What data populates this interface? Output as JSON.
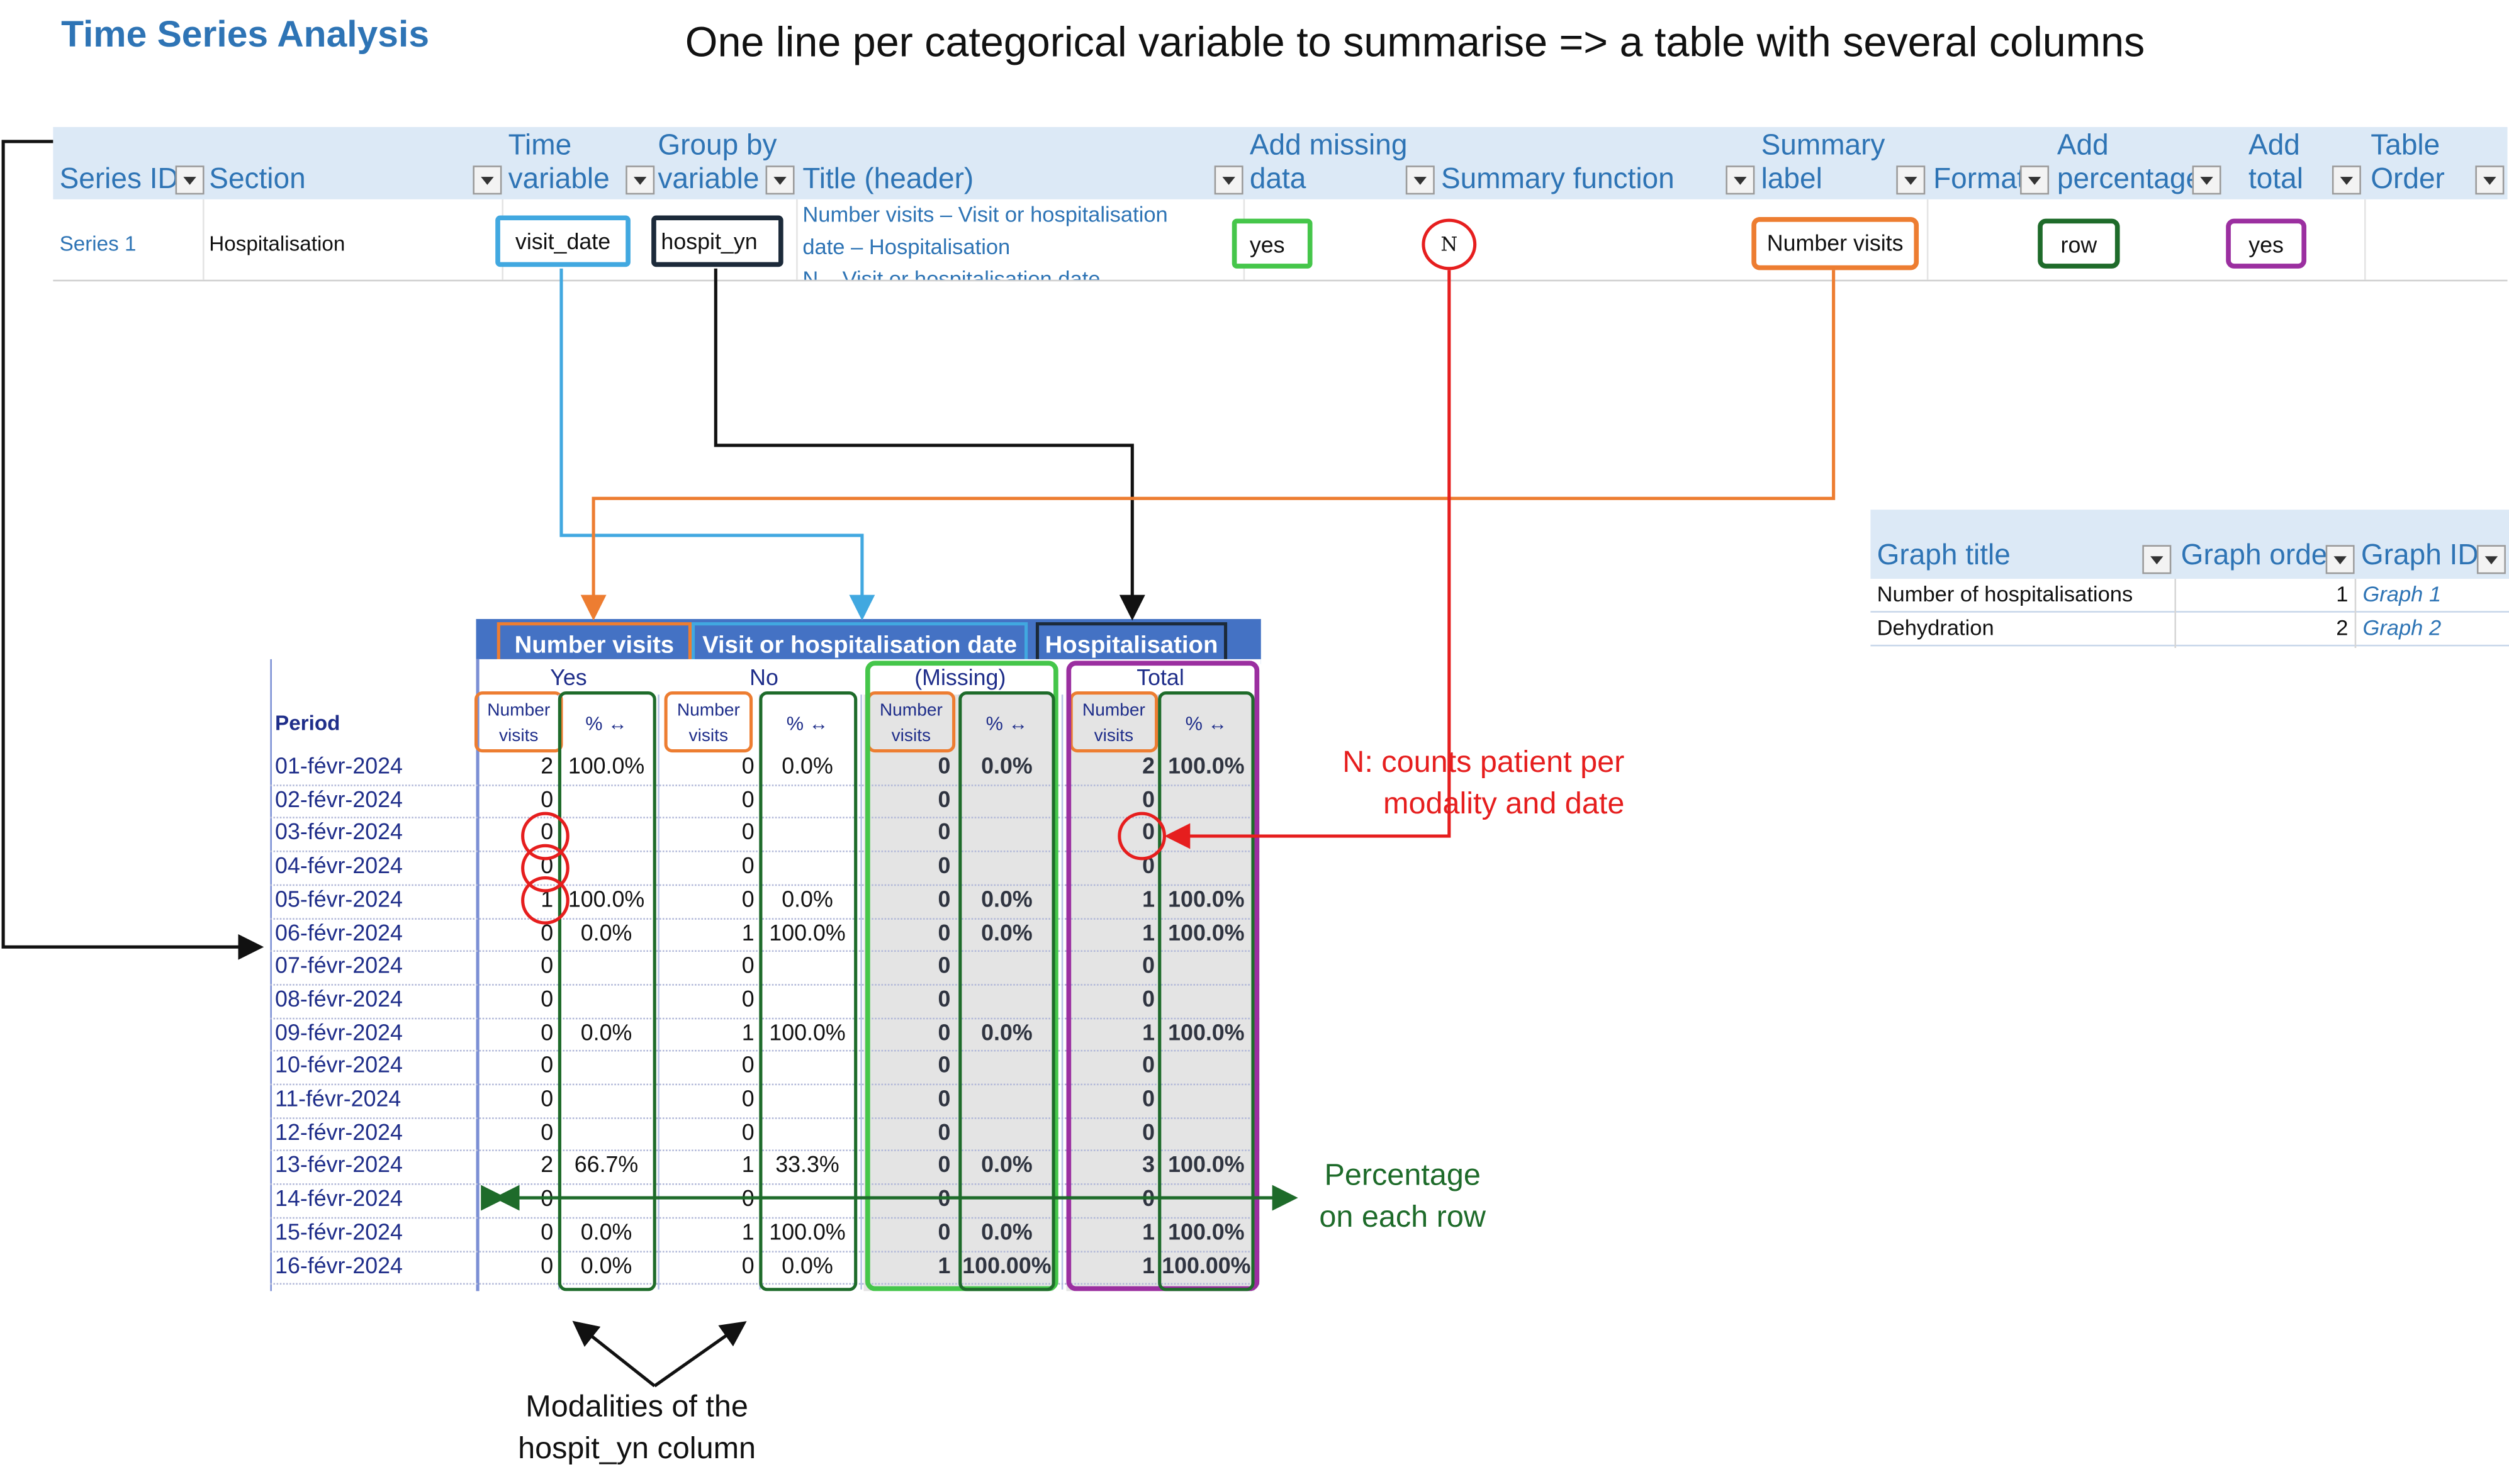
{
  "header": {
    "title": "Time Series Analysis",
    "subtitle": "One line per categorical variable to summarise => a table with several columns"
  },
  "series_table": {
    "columns": [
      {
        "label": "Series ID",
        "lines": [
          "Series ID"
        ]
      },
      {
        "label": "Section",
        "lines": [
          "Section"
        ]
      },
      {
        "label": "Time variable",
        "lines": [
          "Time",
          "variable"
        ]
      },
      {
        "label": "Group by variable",
        "lines": [
          "Group by",
          "variable"
        ]
      },
      {
        "label": "Title (header)",
        "lines": [
          "Title (header)"
        ]
      },
      {
        "label": "Add missing data",
        "lines": [
          "Add missing",
          "data"
        ]
      },
      {
        "label": "Summary function",
        "lines": [
          "Summary function"
        ]
      },
      {
        "label": "Summary label",
        "lines": [
          "Summary",
          "label"
        ]
      },
      {
        "label": "Format",
        "lines": [
          "Format"
        ]
      },
      {
        "label": "Add percentage",
        "lines": [
          "Add",
          "percentage"
        ]
      },
      {
        "label": "Add total",
        "lines": [
          "Add",
          "total"
        ]
      },
      {
        "label": "Table Order",
        "lines": [
          "Table",
          "Order"
        ]
      }
    ],
    "row": {
      "series_id": "Series 1",
      "section": "Hospitalisation",
      "time_variable": "visit_date",
      "group_by_variable": "hospit_yn",
      "title_line1": "Number visits – Visit or hospitalisation",
      "title_line2": "date – Hospitalisation",
      "title_line3": "N – Visit or hospitalisation date –",
      "add_missing_data": "yes",
      "summary_function": "N",
      "summary_label": "Number visits",
      "format": "",
      "add_percentage": "row",
      "add_total": "yes",
      "table_order": ""
    }
  },
  "graph_table": {
    "columns": [
      "Graph title",
      "Graph order",
      "Graph ID"
    ],
    "rows": [
      {
        "title": "Number of hospitalisations",
        "order": "1",
        "id": "Graph 1"
      },
      {
        "title": "Dehydration",
        "order": "2",
        "id": "Graph 2"
      }
    ]
  },
  "ts_table": {
    "band": [
      "Number visits",
      "Visit or hospitalisation date",
      "Hospitalisation"
    ],
    "modalities": [
      "Yes",
      "No",
      "(Missing)",
      "Total"
    ],
    "count_label_line1": "Number",
    "count_label_line2": "visits",
    "pct_label": "% ↔",
    "period_label": "Period",
    "rows": [
      {
        "period": "01-févr-2024",
        "yes_n": "2",
        "yes_p": "100.0%",
        "no_n": "0",
        "no_p": "0.0%",
        "mis_n": "0",
        "mis_p": "0.0%",
        "tot_n": "2",
        "tot_p": "100.0%"
      },
      {
        "period": "02-févr-2024",
        "yes_n": "0",
        "yes_p": "",
        "no_n": "0",
        "no_p": "",
        "mis_n": "0",
        "mis_p": "",
        "tot_n": "0",
        "tot_p": ""
      },
      {
        "period": "03-févr-2024",
        "yes_n": "0",
        "yes_p": "",
        "no_n": "0",
        "no_p": "",
        "mis_n": "0",
        "mis_p": "",
        "tot_n": "0",
        "tot_p": ""
      },
      {
        "period": "04-févr-2024",
        "yes_n": "0",
        "yes_p": "",
        "no_n": "0",
        "no_p": "",
        "mis_n": "0",
        "mis_p": "",
        "tot_n": "0",
        "tot_p": ""
      },
      {
        "period": "05-févr-2024",
        "yes_n": "1",
        "yes_p": "100.0%",
        "no_n": "0",
        "no_p": "0.0%",
        "mis_n": "0",
        "mis_p": "0.0%",
        "tot_n": "1",
        "tot_p": "100.0%"
      },
      {
        "period": "06-févr-2024",
        "yes_n": "0",
        "yes_p": "0.0%",
        "no_n": "1",
        "no_p": "100.0%",
        "mis_n": "0",
        "mis_p": "0.0%",
        "tot_n": "1",
        "tot_p": "100.0%"
      },
      {
        "period": "07-févr-2024",
        "yes_n": "0",
        "yes_p": "",
        "no_n": "0",
        "no_p": "",
        "mis_n": "0",
        "mis_p": "",
        "tot_n": "0",
        "tot_p": ""
      },
      {
        "period": "08-févr-2024",
        "yes_n": "0",
        "yes_p": "",
        "no_n": "0",
        "no_p": "",
        "mis_n": "0",
        "mis_p": "",
        "tot_n": "0",
        "tot_p": ""
      },
      {
        "period": "09-févr-2024",
        "yes_n": "0",
        "yes_p": "0.0%",
        "no_n": "1",
        "no_p": "100.0%",
        "mis_n": "0",
        "mis_p": "0.0%",
        "tot_n": "1",
        "tot_p": "100.0%"
      },
      {
        "period": "10-févr-2024",
        "yes_n": "0",
        "yes_p": "",
        "no_n": "0",
        "no_p": "",
        "mis_n": "0",
        "mis_p": "",
        "tot_n": "0",
        "tot_p": ""
      },
      {
        "period": "11-févr-2024",
        "yes_n": "0",
        "yes_p": "",
        "no_n": "0",
        "no_p": "",
        "mis_n": "0",
        "mis_p": "",
        "tot_n": "0",
        "tot_p": ""
      },
      {
        "period": "12-févr-2024",
        "yes_n": "0",
        "yes_p": "",
        "no_n": "0",
        "no_p": "",
        "mis_n": "0",
        "mis_p": "",
        "tot_n": "0",
        "tot_p": ""
      },
      {
        "period": "13-févr-2024",
        "yes_n": "2",
        "yes_p": "66.7%",
        "no_n": "1",
        "no_p": "33.3%",
        "mis_n": "0",
        "mis_p": "0.0%",
        "tot_n": "3",
        "tot_p": "100.0%"
      },
      {
        "period": "14-févr-2024",
        "yes_n": "0",
        "yes_p": "",
        "no_n": "0",
        "no_p": "",
        "mis_n": "0",
        "mis_p": "",
        "tot_n": "0",
        "tot_p": ""
      },
      {
        "period": "15-févr-2024",
        "yes_n": "0",
        "yes_p": "0.0%",
        "no_n": "1",
        "no_p": "100.0%",
        "mis_n": "0",
        "mis_p": "0.0%",
        "tot_n": "1",
        "tot_p": "100.0%"
      },
      {
        "period": "16-févr-2024",
        "yes_n": "0",
        "yes_p": "0.0%",
        "no_n": "0",
        "no_p": "0.0%",
        "mis_n": "1",
        "mis_p": "100.00%",
        "tot_n": "1",
        "tot_p": "100.00%"
      }
    ]
  },
  "annotations": {
    "n_note_line1": "N: counts patient per",
    "n_note_line2": "modality and date",
    "pct_note_line1": "Percentage",
    "pct_note_line2": "on each row",
    "modalities_note_line1": "Modalities of the",
    "modalities_note_line2": "hospit_yn column"
  },
  "colors": {
    "header_blue": "#2e74b5",
    "header_fill": "#dce9f6",
    "band_blue": "#4472c4",
    "sky_blue": "#41a8e0",
    "orange": "#ed7d31",
    "green_light": "#45c64a",
    "green_dark": "#1e6b2a",
    "purple": "#9b2fa0",
    "red": "#e61e1e",
    "navy": "#1f2e8a"
  }
}
